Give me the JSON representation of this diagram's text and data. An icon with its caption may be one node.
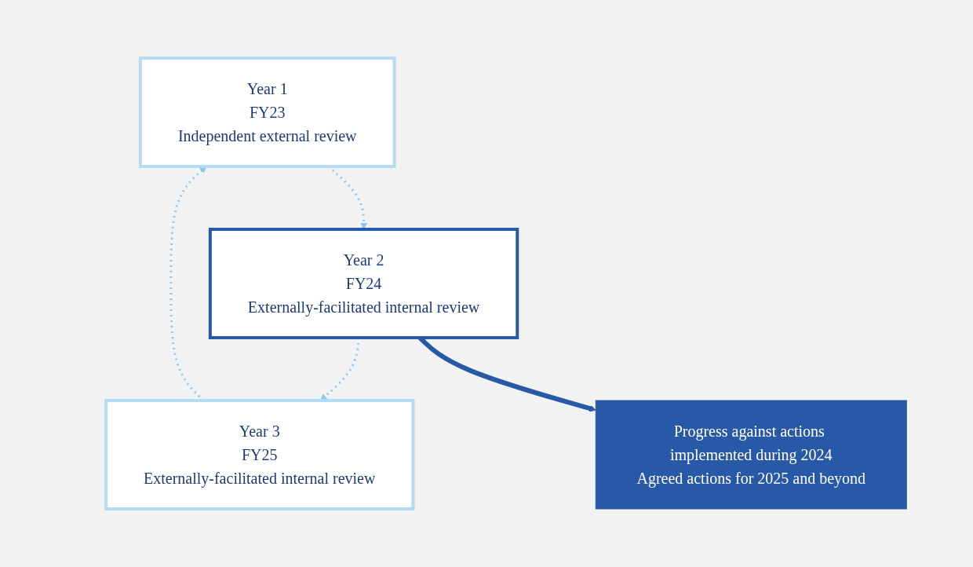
{
  "diagram": {
    "nodes": [
      {
        "text": [
          "Year 1",
          "FY23",
          "Independent external review"
        ]
      },
      {
        "text": [
          "Year 2",
          "FY24",
          "Externally-facilitated internal review"
        ]
      },
      {
        "text": [
          "Year 3",
          "FY25",
          "Externally-facilitated internal review"
        ]
      },
      {
        "text": [
          "Progress against actions implemented during 2024",
          "Agreed actions for 2025 and beyond"
        ]
      }
    ],
    "edges": [
      {
        "from": 0,
        "to": 1,
        "arrow": "to",
        "style": "dashed"
      },
      {
        "from": 1,
        "to": 2,
        "arrow": "to",
        "style": "dashed"
      },
      {
        "from": 2,
        "to": 0,
        "arrow": "to",
        "style": "dashed"
      },
      {
        "from": 1,
        "to": 3,
        "arrow": "to",
        "style": "thick",
        "color": "#2859a6"
      }
    ]
  }
}
